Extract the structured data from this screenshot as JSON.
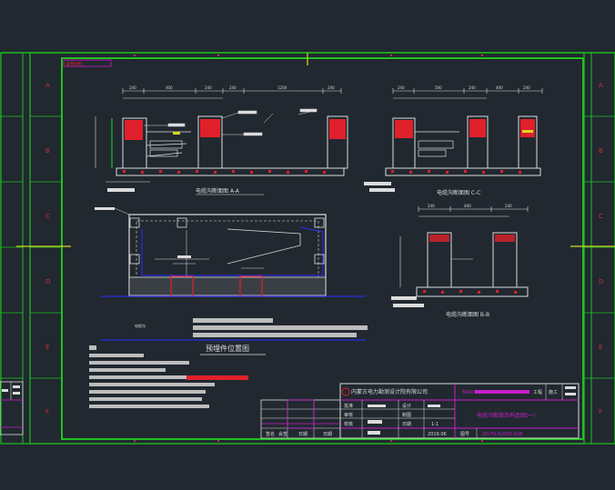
{
  "colors": {
    "background": "#212830",
    "frame_green": "#1fc21f",
    "drawing_white": "#dcdcdc",
    "dim_cyan": "#00c8c8",
    "magenta": "#c81ec8",
    "blue": "#2b2bd8",
    "red": "#e0202a",
    "yellow": "#d8d820"
  },
  "border": {
    "row_letters_left": [
      "A",
      "B",
      "C",
      "D",
      "E",
      "F"
    ],
    "row_letters_right": [
      "A",
      "B",
      "C",
      "D",
      "E",
      "F"
    ]
  },
  "title_block": {
    "company": "内蒙古电力勘测设计院有限公司",
    "project_prefix": "500kV",
    "project_suffix": "工程",
    "stage": "施工",
    "drawing_title": "电缆沟断面及构造图(一)",
    "drawing_no_label": "图号",
    "drawing_no": "XD-F0-S2005-01B",
    "scale": "1:1",
    "date": "2019.06",
    "row_labels": [
      "批准",
      "审核",
      "校核"
    ],
    "col_labels": [
      "设计",
      "制图",
      "日期"
    ],
    "signature_labels": [
      "签名",
      "会签",
      "日期",
      "日期"
    ]
  },
  "drawing": {
    "tag_top_left": "说明(续)",
    "section_a_title": "电缆沟断面图 A-A",
    "section_c_title": "电缆沟断面图 C-C",
    "section_b_title": "电缆沟断面图 B-B",
    "plan_title": "预埋件位置图",
    "side_note": "电缆沟"
  }
}
